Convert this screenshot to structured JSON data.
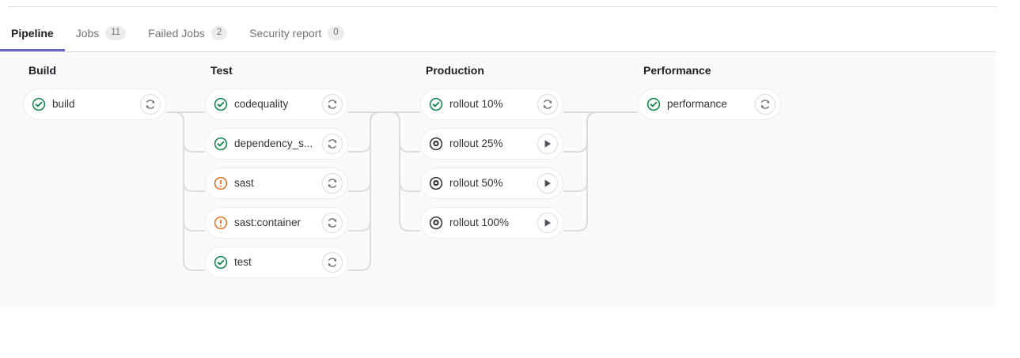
{
  "tabs": [
    {
      "label": "Pipeline",
      "badge": null,
      "active": true
    },
    {
      "label": "Jobs",
      "badge": "11",
      "active": false
    },
    {
      "label": "Failed Jobs",
      "badge": "2",
      "active": false
    },
    {
      "label": "Security report",
      "badge": "0",
      "active": false
    }
  ],
  "colors": {
    "accent": "#6666c4",
    "success": "#108548",
    "warning": "#e17223",
    "manual": "#333238",
    "connector": "#dcdcde",
    "canvas": "#fafafa"
  },
  "stages": [
    {
      "name": "Build",
      "jobs": [
        {
          "name": "build",
          "status": "success",
          "action": "retry"
        }
      ]
    },
    {
      "name": "Test",
      "jobs": [
        {
          "name": "codequality",
          "status": "success",
          "action": "retry"
        },
        {
          "name": "dependency_s...",
          "status": "success",
          "action": "retry"
        },
        {
          "name": "sast",
          "status": "warning",
          "action": "retry"
        },
        {
          "name": "sast:container",
          "status": "warning",
          "action": "retry"
        },
        {
          "name": "test",
          "status": "success",
          "action": "retry"
        }
      ]
    },
    {
      "name": "Production",
      "jobs": [
        {
          "name": "rollout 10%",
          "status": "success",
          "action": "retry"
        },
        {
          "name": "rollout 25%",
          "status": "manual",
          "action": "play"
        },
        {
          "name": "rollout 50%",
          "status": "manual",
          "action": "play"
        },
        {
          "name": "rollout 100%",
          "status": "manual",
          "action": "play"
        }
      ]
    },
    {
      "name": "Performance",
      "jobs": [
        {
          "name": "performance",
          "status": "success",
          "action": "retry"
        }
      ]
    }
  ],
  "icons": {
    "success": "status-success-icon",
    "warning": "status-warning-icon",
    "manual": "status-manual-icon",
    "retry": "retry-icon",
    "play": "play-icon"
  }
}
